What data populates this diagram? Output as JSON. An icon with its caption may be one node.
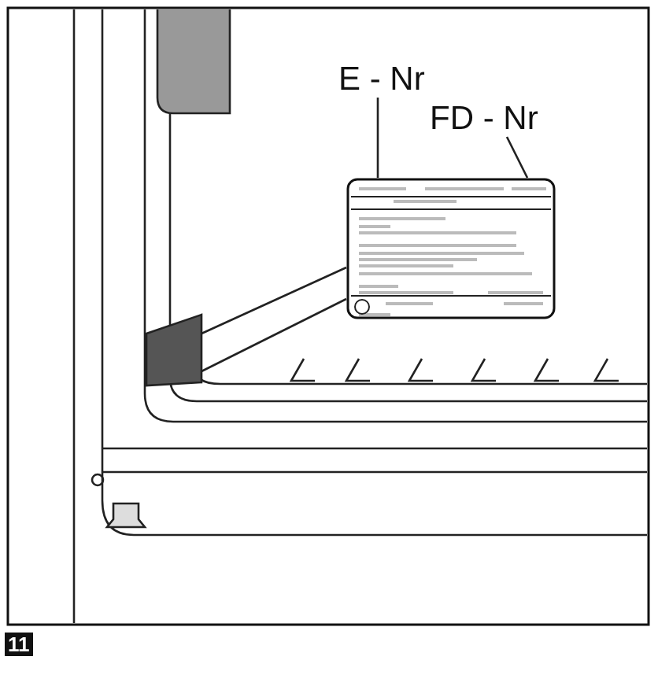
{
  "diagram": {
    "nodes": [
      {
        "text": [
          "E - Nr"
        ]
      },
      {
        "text": [
          "FD - Nr"
        ]
      },
      {
        "text": [],
        "shape": "box"
      }
    ],
    "edges": [
      {
        "from": 0,
        "to": 2,
        "arrow": "none"
      },
      {
        "from": 1,
        "to": 2,
        "arrow": "none"
      }
    ],
    "labels": [
      "11"
    ]
  }
}
